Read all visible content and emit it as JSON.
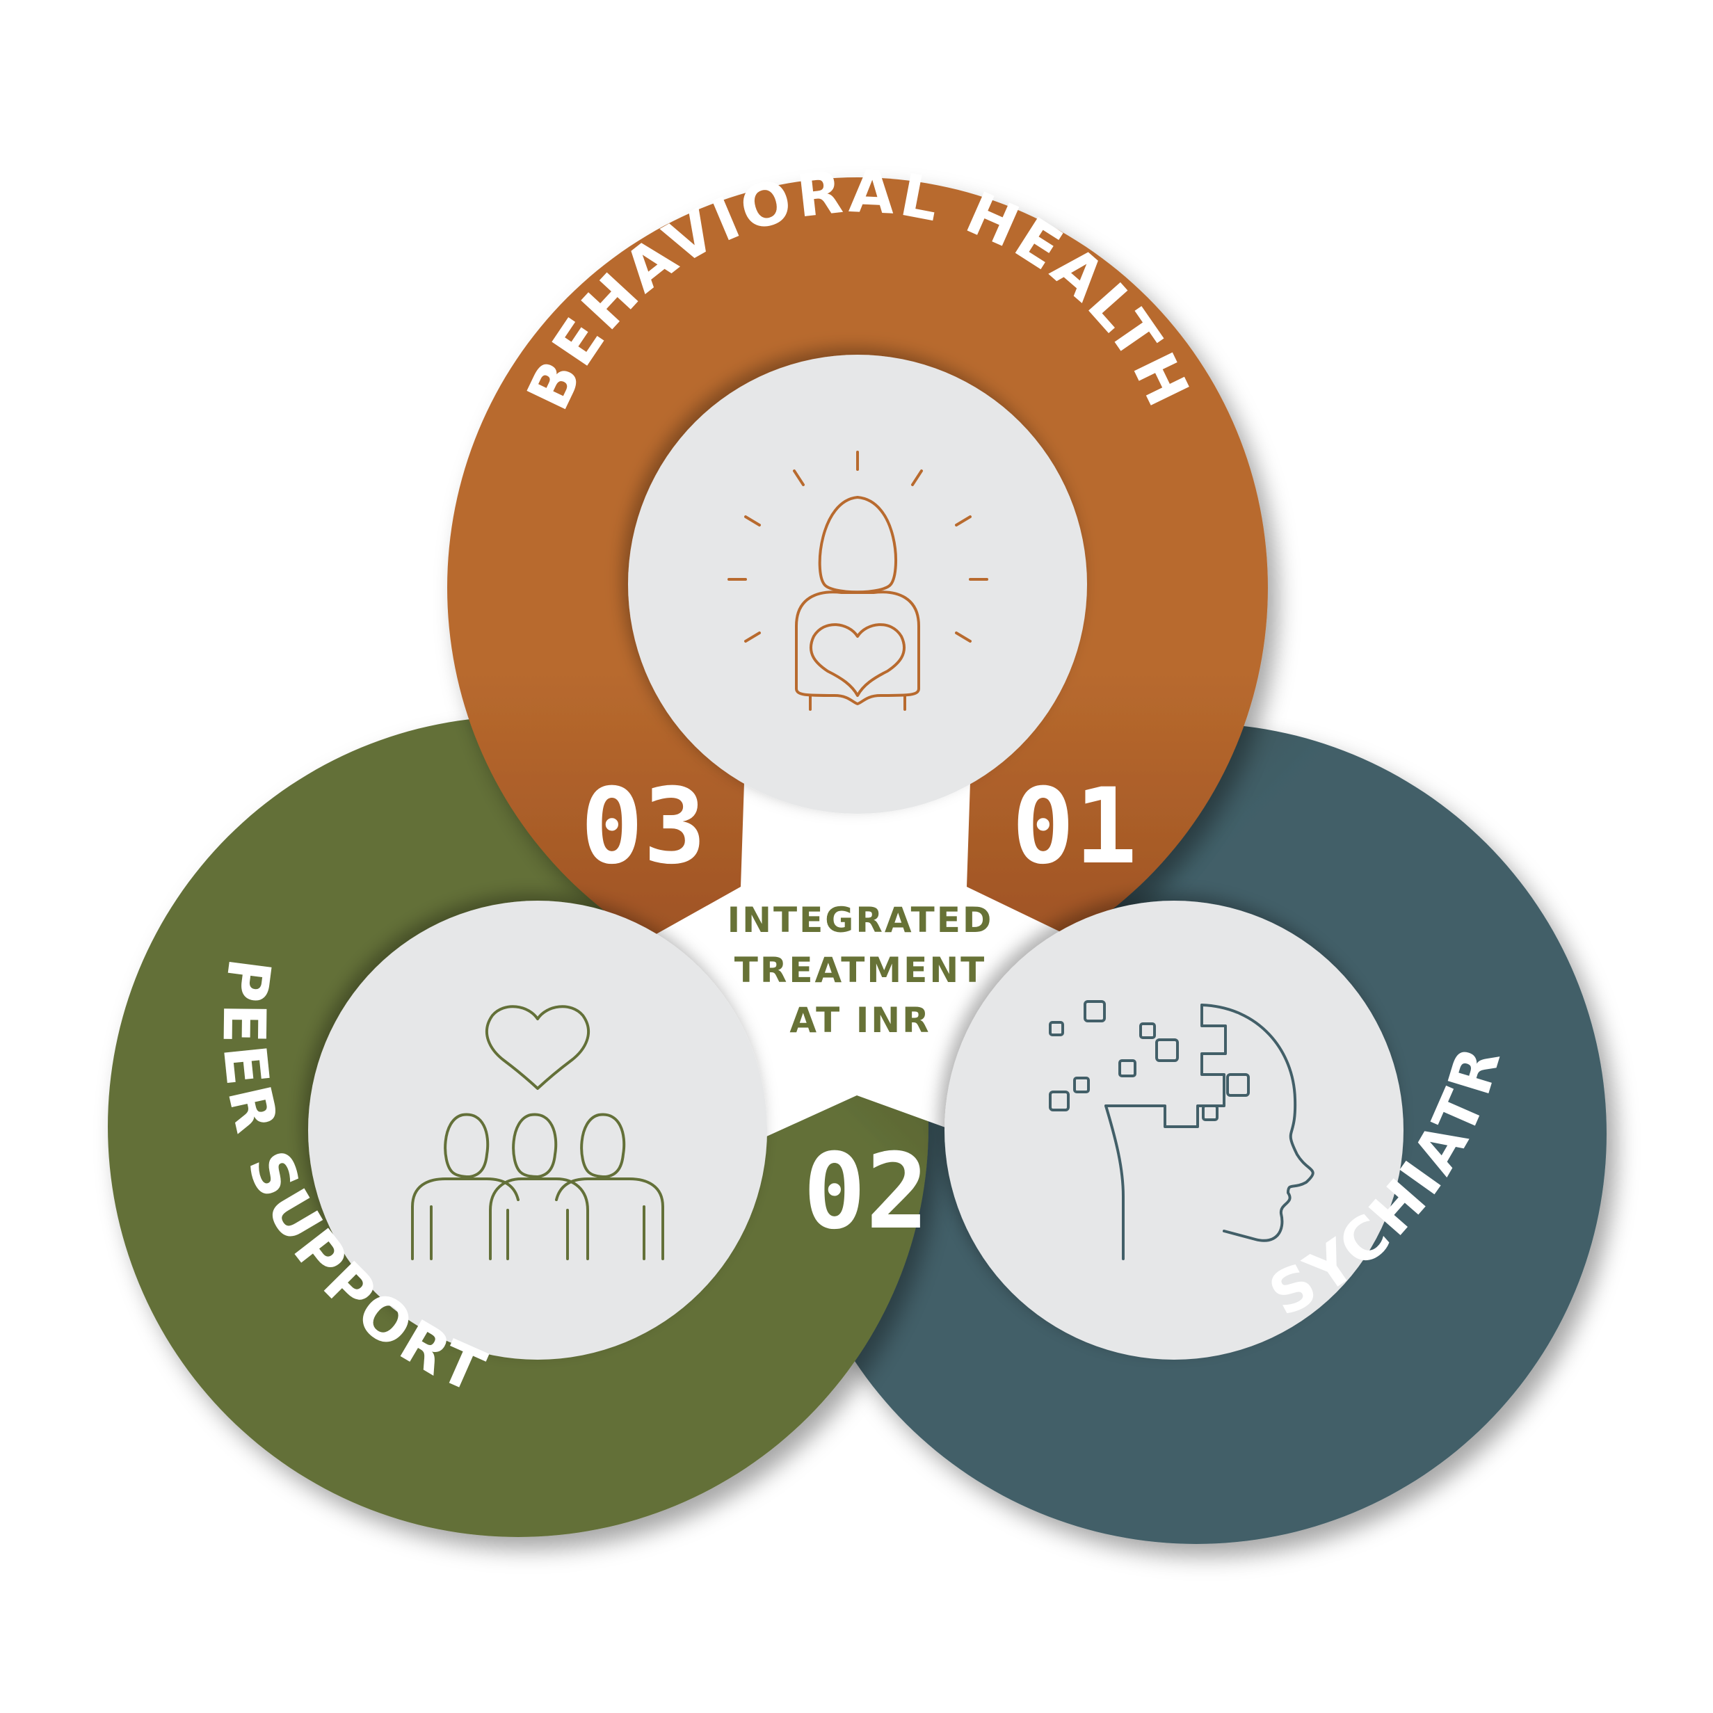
{
  "colors": {
    "behavioral": "#b86a2e",
    "behavioral_dark": "#9a4f22",
    "psychiatry": "#425f68",
    "psychiatry_dark": "#304749",
    "peer": "#637038",
    "peer_dark": "#3c4424",
    "inner": "#e6e7e8",
    "center_text": "#677236"
  },
  "segments": [
    {
      "id": "behavioral",
      "label": "BEHAVIORAL HEALTH",
      "number": "01",
      "icon": "person-holding-heart-icon"
    },
    {
      "id": "psychiatry",
      "label": "PSYCHIATRY",
      "number": "02",
      "icon": "head-profile-pixels-icon"
    },
    {
      "id": "peer",
      "label": "PEER SUPPORT",
      "number": "03",
      "icon": "group-with-heart-icon"
    }
  ],
  "center": {
    "line1": "INTEGRATED",
    "line2": "TREATMENT",
    "line3": "AT INR"
  }
}
